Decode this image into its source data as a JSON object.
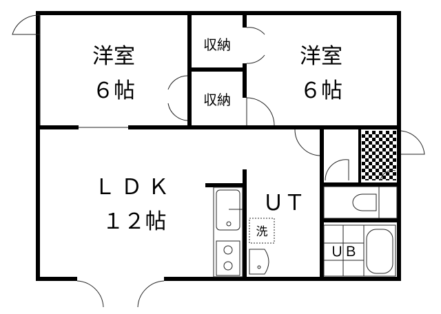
{
  "rooms": {
    "bedroom_left": {
      "name": "洋室",
      "size": "６帖"
    },
    "bedroom_right": {
      "name": "洋室",
      "size": "６帖"
    },
    "closet_top": {
      "name": "収納"
    },
    "closet_bottom": {
      "name": "収納"
    },
    "ldk": {
      "name": "ＬＤＫ",
      "size": "１２帖"
    },
    "utility": {
      "name": "ＵＴ"
    },
    "washer": {
      "name": "洗"
    },
    "bath": {
      "name": "ＵＢ"
    }
  }
}
